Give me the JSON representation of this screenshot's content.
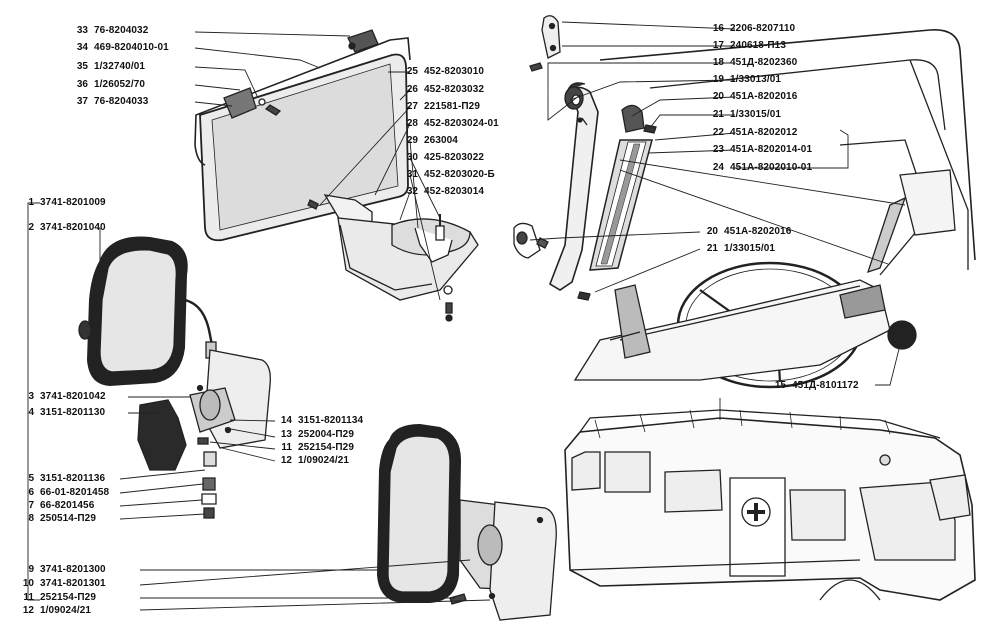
{
  "callouts": [
    {
      "num": "33",
      "part": "76-8204032"
    },
    {
      "num": "34",
      "part": "469-8204010-01"
    },
    {
      "num": "35",
      "part": "1/32740/01"
    },
    {
      "num": "36",
      "part": "1/26052/70"
    },
    {
      "num": "37",
      "part": "76-8204033"
    },
    {
      "num": "25",
      "part": "452-8203010"
    },
    {
      "num": "26",
      "part": "452-8203032"
    },
    {
      "num": "27",
      "part": "221581-П29"
    },
    {
      "num": "28",
      "part": "452-8203024-01"
    },
    {
      "num": "29",
      "part": "263004"
    },
    {
      "num": "30",
      "part": "425-8203022"
    },
    {
      "num": "31",
      "part": "452-8203020-Б"
    },
    {
      "num": "32",
      "part": "452-8203014"
    },
    {
      "num": "16",
      "part": "2206-8207110"
    },
    {
      "num": "17",
      "part": "240618-П13"
    },
    {
      "num": "18",
      "part": "451Д-8202360"
    },
    {
      "num": "19",
      "part": "1/33013/01"
    },
    {
      "num": "20",
      "part": "451А-8202016"
    },
    {
      "num": "21",
      "part": "1/33015/01"
    },
    {
      "num": "22",
      "part": "451А-8202012"
    },
    {
      "num": "23",
      "part": "451А-8202014-01"
    },
    {
      "num": "24",
      "part": "451А-8202010-01"
    },
    {
      "num": "20",
      "part": "451А-8202016"
    },
    {
      "num": "21",
      "part": "1/33015/01"
    },
    {
      "num": "15",
      "part": "451Д-8101172"
    },
    {
      "num": "1",
      "part": "3741-8201009"
    },
    {
      "num": "2",
      "part": "3741-8201040"
    },
    {
      "num": "3",
      "part": "3741-8201042"
    },
    {
      "num": "4",
      "part": "3151-8201130"
    },
    {
      "num": "14",
      "part": "3151-8201134"
    },
    {
      "num": "13",
      "part": "252004-П29"
    },
    {
      "num": "11",
      "part": "252154-П29"
    },
    {
      "num": "12",
      "part": "1/09024/21"
    },
    {
      "num": "5",
      "part": "3151-8201136"
    },
    {
      "num": "6",
      "part": "66-01-8201458"
    },
    {
      "num": "7",
      "part": "66-8201456"
    },
    {
      "num": "8",
      "part": "250514-П29"
    },
    {
      "num": "9",
      "part": "3741-8201300"
    },
    {
      "num": "10",
      "part": "3741-8201301"
    },
    {
      "num": "11",
      "part": "252154-П29"
    },
    {
      "num": "12",
      "part": "1/09024/21"
    }
  ],
  "colors": {
    "line": "#222222",
    "background": "#ffffff",
    "fill_light": "#e9e9e9",
    "fill_dark": "#3a3a3a"
  }
}
